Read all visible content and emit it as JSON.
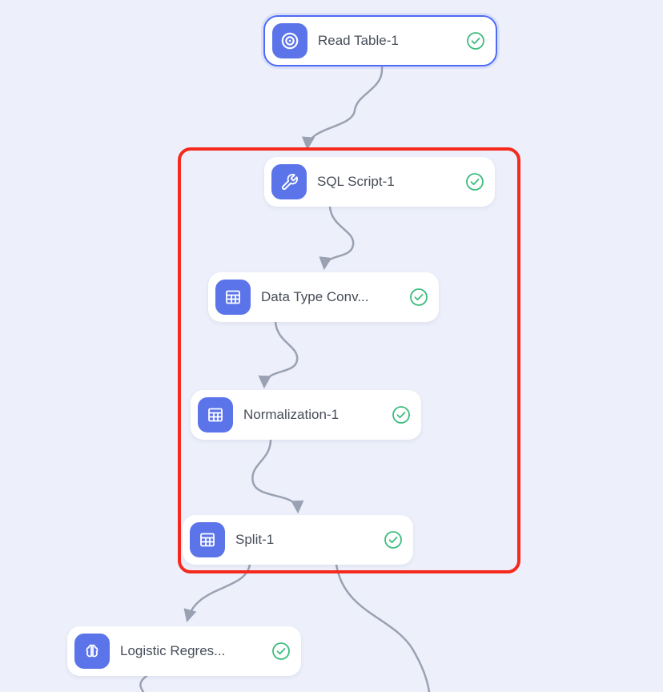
{
  "canvas": {
    "background": "#edf0fa"
  },
  "colors": {
    "node_icon_bg": "#5b74e9",
    "selected_node_border": "#4e6bf5",
    "success_green": "#3dbd7d",
    "edge_gray": "#9aa1b3",
    "selection_box_red": "#f5291d"
  },
  "nodes": [
    {
      "label": "Read Table-1",
      "icon": "target-icon",
      "status": "success",
      "selected": true
    },
    {
      "label": "SQL Script-1",
      "icon": "wrench-icon",
      "status": "success",
      "selected": false
    },
    {
      "label": "Data Type Conv...",
      "icon": "table-icon",
      "status": "success",
      "selected": false
    },
    {
      "label": "Normalization-1",
      "icon": "table-icon",
      "status": "success",
      "selected": false
    },
    {
      "label": "Split-1",
      "icon": "table-icon",
      "status": "success",
      "selected": false
    },
    {
      "label": "Logistic Regres...",
      "icon": "brain-icon",
      "status": "success",
      "selected": false
    }
  ],
  "edges": [
    {
      "from": "Read Table-1",
      "to": "SQL Script-1"
    },
    {
      "from": "SQL Script-1",
      "to": "Data Type Conv..."
    },
    {
      "from": "Data Type Conv...",
      "to": "Normalization-1"
    },
    {
      "from": "Normalization-1",
      "to": "Split-1"
    },
    {
      "from": "Split-1",
      "to": "Logistic Regres..."
    },
    {
      "from": "Split-1",
      "to": "off-canvas-bottom-right"
    },
    {
      "from": "Logistic Regres...",
      "to": "off-canvas-bottom"
    }
  ]
}
